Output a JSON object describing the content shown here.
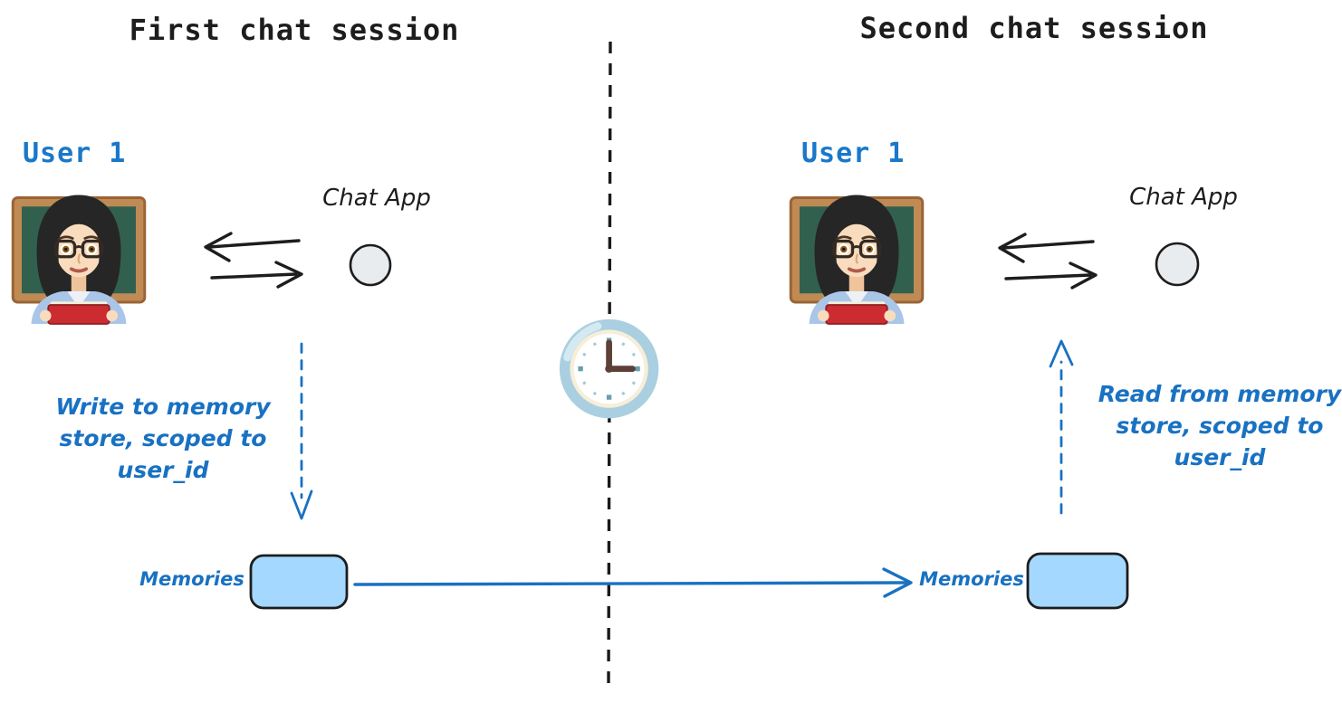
{
  "titles": {
    "first": "First chat session",
    "second": "Second chat session"
  },
  "left": {
    "user_label": "User 1",
    "user_icon": "woman-teacher-emoji",
    "app_label": "Chat App",
    "annotation_lines": [
      "Write to memory",
      "store, scoped to",
      "user_id"
    ],
    "memories_label": "Memories"
  },
  "right": {
    "user_label": "User 1",
    "user_icon": "woman-teacher-emoji",
    "app_label": "Chat App",
    "annotation_lines": [
      "Read from memory",
      "store, scoped to",
      "user_id"
    ],
    "memories_label": "Memories"
  },
  "center": {
    "icon": "clock-icon",
    "time_shown": "3:00"
  },
  "colors": {
    "ink": "#1d1d1d",
    "handwriting_blue": "#1971c2",
    "user_label_blue": "#1a78c9",
    "memories_box_fill": "#a5d8ff",
    "app_node_fill": "#e9ecef",
    "clock_rim": "#a9cfe0",
    "clock_ring": "#f7eed9",
    "clock_face": "#ffffff",
    "clock_marker": "#689eae",
    "clock_hands": "#5d4037"
  }
}
